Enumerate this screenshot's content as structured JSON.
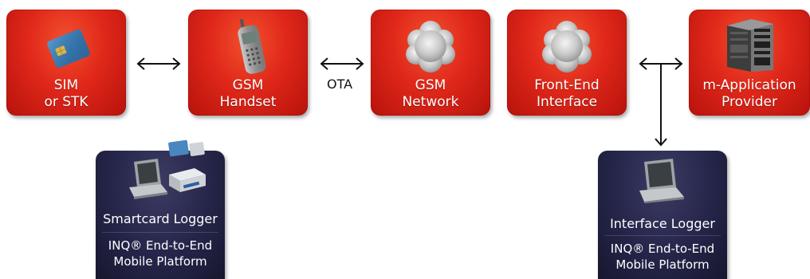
{
  "boxes": {
    "sim": {
      "line1": "SIM",
      "line2": "or STK",
      "icon": "sim-card-icon"
    },
    "handset": {
      "line1": "GSM",
      "line2": "Handset",
      "icon": "mobile-phone-icon"
    },
    "network": {
      "line1": "GSM",
      "line2": "Network",
      "icon": "cloud-icon"
    },
    "frontend": {
      "line1": "Front-End",
      "line2": "Interface",
      "icon": "cloud-icon"
    },
    "provider": {
      "line1": "m-Application",
      "line2": "Provider",
      "icon": "server-rack-icon"
    }
  },
  "connector_label": "OTA",
  "loggers": {
    "smartcard": {
      "title": "Smartcard Logger",
      "platform_line1": "INQ® End-to-End",
      "platform_line2": "Mobile Platform"
    },
    "interface": {
      "title": "Interface Logger",
      "platform_line1": "INQ® End-to-End",
      "platform_line2": "Mobile Platform"
    }
  },
  "colors": {
    "red_box": "#e0281a",
    "navy_box": "#25254a",
    "arrow": "#111111"
  }
}
